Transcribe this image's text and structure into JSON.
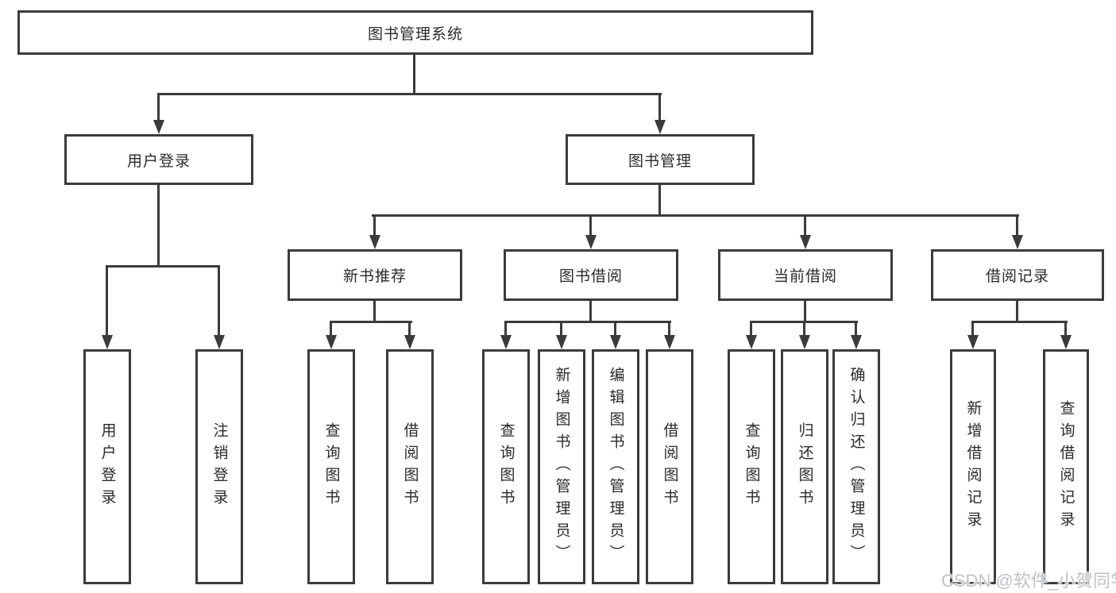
{
  "diagram": {
    "title": "图书管理系统",
    "branches": [
      {
        "label": "用户登录",
        "children": [
          "用户登录",
          "注销登录"
        ]
      },
      {
        "label": "图书管理",
        "groups": [
          {
            "label": "新书推荐",
            "children": [
              "查询图书",
              "借阅图书"
            ]
          },
          {
            "label": "图书借阅",
            "children": [
              "查询图书",
              "新增图书（管理员）",
              "编辑图书（管理员）",
              "借阅图书"
            ]
          },
          {
            "label": "当前借阅",
            "children": [
              "查询图书",
              "归还图书",
              "确认归还（管理员）"
            ]
          },
          {
            "label": "借阅记录",
            "children": [
              "新增借阅记录",
              "查询借阅记录"
            ]
          }
        ]
      }
    ]
  },
  "watermark": {
    "text": "CSDN @软件_小贺同学",
    "color": "#bfc3c7"
  },
  "colors": {
    "line": "#3b3b3b",
    "text": "#2a2a2a",
    "background": "#ffffff",
    "box_fill": "#ffffff"
  }
}
